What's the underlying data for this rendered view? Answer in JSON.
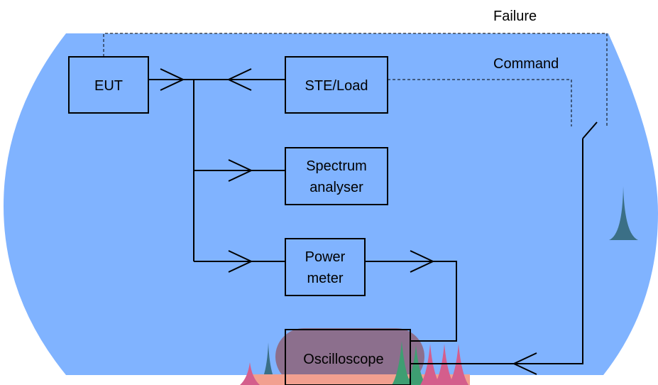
{
  "diagram": {
    "blocks": {
      "eut": "EUT",
      "ste_load": "STE/Load",
      "spectrum_line1": "Spectrum",
      "spectrum_line2": "analyser",
      "power_line1": "Power",
      "power_line2": "meter",
      "oscilloscope": "Oscilloscope"
    },
    "labels": {
      "failure": "Failure",
      "command": "Command"
    }
  },
  "colors": {
    "background_blob": "#80b3ff",
    "lines": "#000000",
    "oscilloscope_overlay": "#8c6f8d",
    "spike_teal": "#3b6f86",
    "spike_green": "#3e9e72",
    "spike_pink": "#d45e8c",
    "peach": "#f2a090"
  }
}
